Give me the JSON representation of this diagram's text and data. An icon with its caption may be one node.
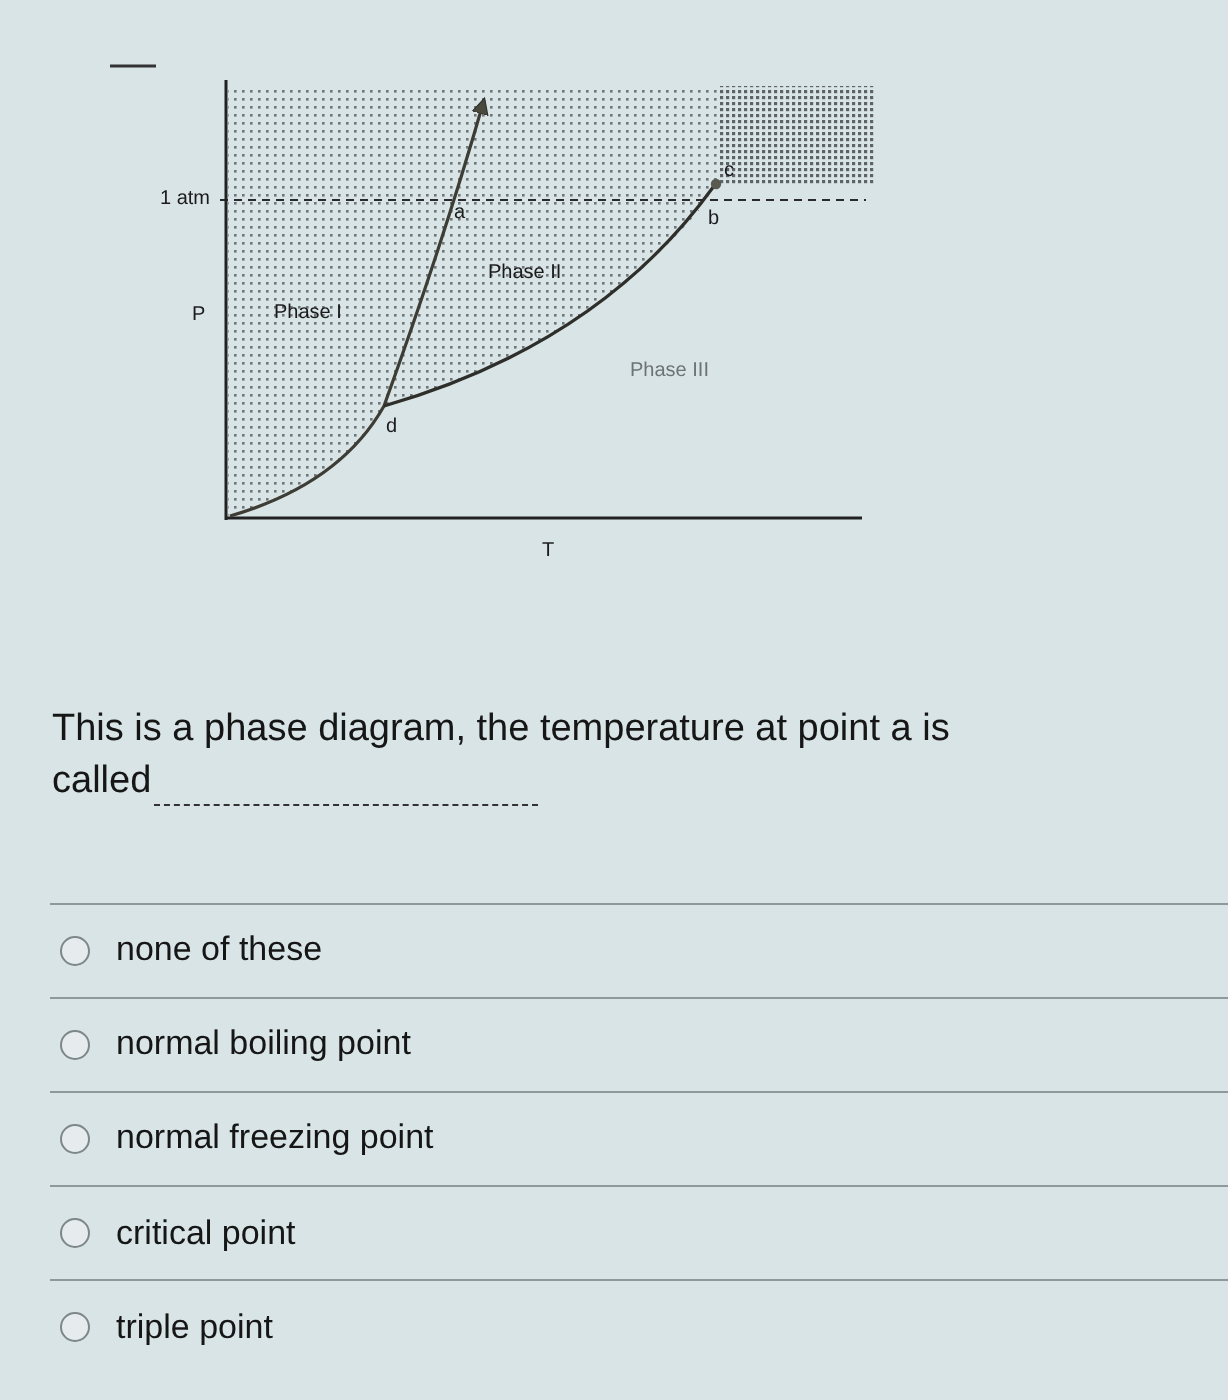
{
  "diagram": {
    "labels": [
      "1 atm",
      "a",
      "c",
      "b",
      "Phase II",
      "P",
      "Phase I",
      "Phase III",
      "d",
      "T",
      "This is a phase diagram, the temperature at point a is called",
      "none of these",
      "normal boiling point",
      "normal freezing point",
      "critical point",
      "triple point"
    ]
  }
}
